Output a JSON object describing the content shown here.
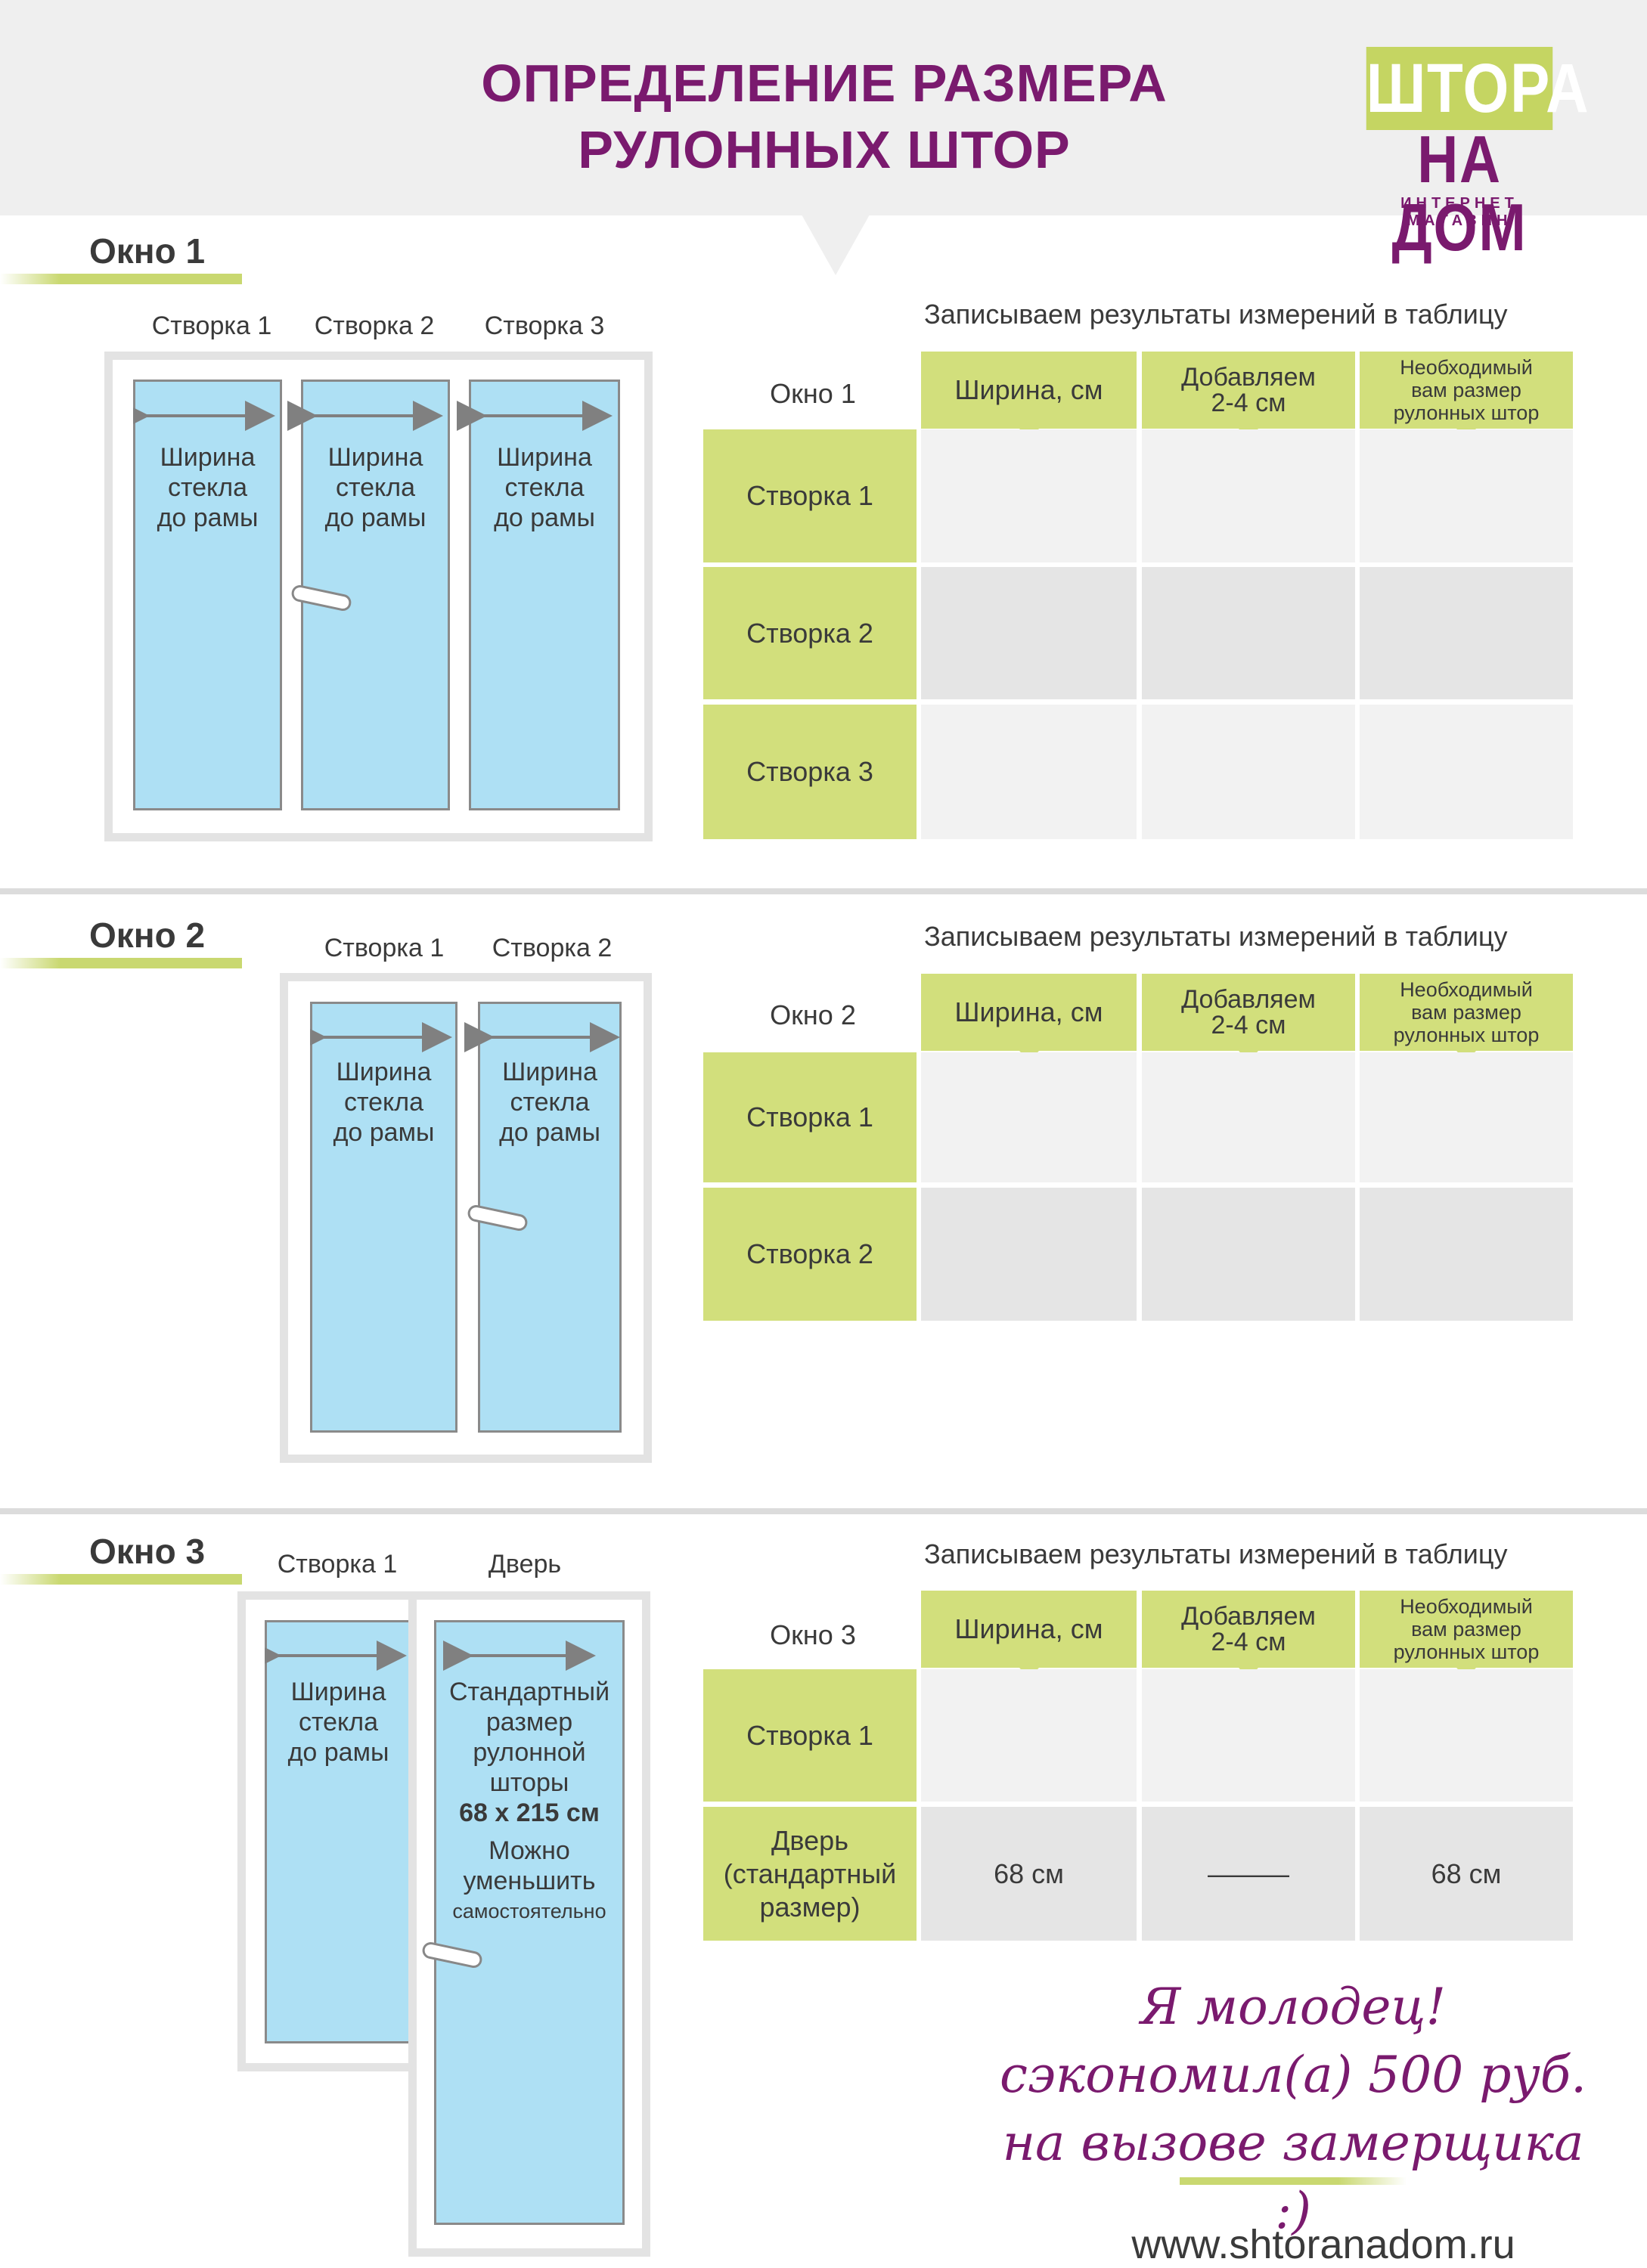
{
  "header": {
    "title_line1": "ОПРЕДЕЛЕНИЕ РАЗМЕРА",
    "title_line2": "РУЛОННЫХ ШТОР"
  },
  "logo": {
    "line1": "ШТОРА",
    "line2": "НА ДОМ",
    "line3": "ИНТЕРНЕТ МАГАЗИН"
  },
  "glass_text": [
    "Ширина",
    "стекла",
    "до рамы"
  ],
  "table_caption": "Записываем результаты  измерений в таблицу",
  "columns": {
    "width": "Ширина, см",
    "add_line1": "Добавляем",
    "add_line2": "2-4 см",
    "need_line1": "Необходимый",
    "need_line2": "вам размер",
    "need_line3": "рулонных штор"
  },
  "window1": {
    "title": "Окно 1",
    "leaves": [
      "Створка 1",
      "Створка 2",
      "Створка 3"
    ],
    "table_label": "Окно 1",
    "rows": [
      "Створка 1",
      "Створка 2",
      "Створка 3"
    ]
  },
  "window2": {
    "title": "Окно 2",
    "leaves": [
      "Створка 1",
      "Створка 2"
    ],
    "table_label": "Окно 2",
    "rows": [
      "Створка 1",
      "Створка 2"
    ]
  },
  "window3": {
    "title": "Окно 3",
    "leaves": [
      "Створка 1",
      "Дверь"
    ],
    "table_label": "Окно 3",
    "door_text": [
      "Стандартный",
      "размер",
      "рулонной",
      "шторы"
    ],
    "door_size": "68 x 215 см",
    "door_note1": "Можно",
    "door_note2": "уменьшить",
    "door_note3": "самостоятельно",
    "rows": [
      {
        "label": [
          "Створка 1"
        ],
        "width": "",
        "add": "",
        "need": ""
      },
      {
        "label": [
          "Дверь",
          "(стандартный",
          "размер)"
        ],
        "width": "68 см",
        "add": "———",
        "need": "68 см"
      }
    ]
  },
  "footer": {
    "line1": "Я молодец!",
    "line2": "сэкономил(а) 500 руб.",
    "line3": "на вызове замерщика :)",
    "url": "www.shtoranadom.ru"
  },
  "colors": {
    "accent_purple": "#7a1a6e",
    "accent_green": "#d2df7c",
    "glass_blue": "#aee0f4"
  }
}
